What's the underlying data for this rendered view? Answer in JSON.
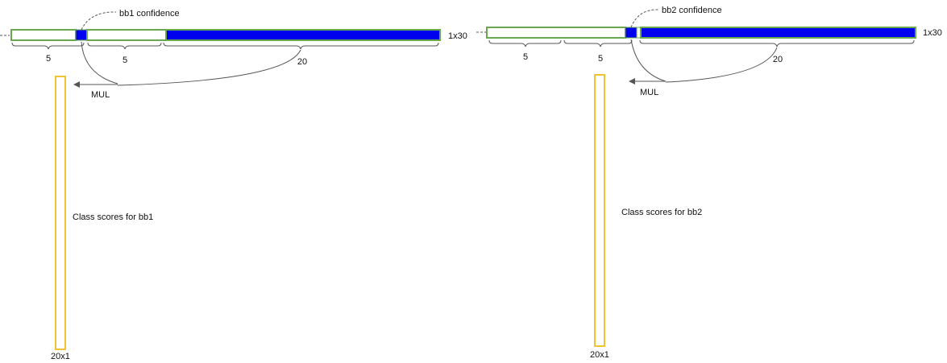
{
  "colors": {
    "green_border": "#6aa84f",
    "blue_fill": "#0000ee",
    "yellow_border": "#f1c232",
    "line": "#555555",
    "text": "#111111"
  },
  "panels": [
    {
      "confidence_label": "bb1 confidence",
      "vector_size": "1x30",
      "segments": [
        "5",
        "5",
        "20"
      ],
      "op_label": "MUL",
      "column_label": "Class scores for bb1",
      "column_size": "20x1"
    },
    {
      "confidence_label": "bb2 confidence",
      "vector_size": "1x30",
      "segments": [
        "5",
        "5",
        "20"
      ],
      "op_label": "MUL",
      "column_label": "Class scores for bb2",
      "column_size": "20x1"
    }
  ]
}
